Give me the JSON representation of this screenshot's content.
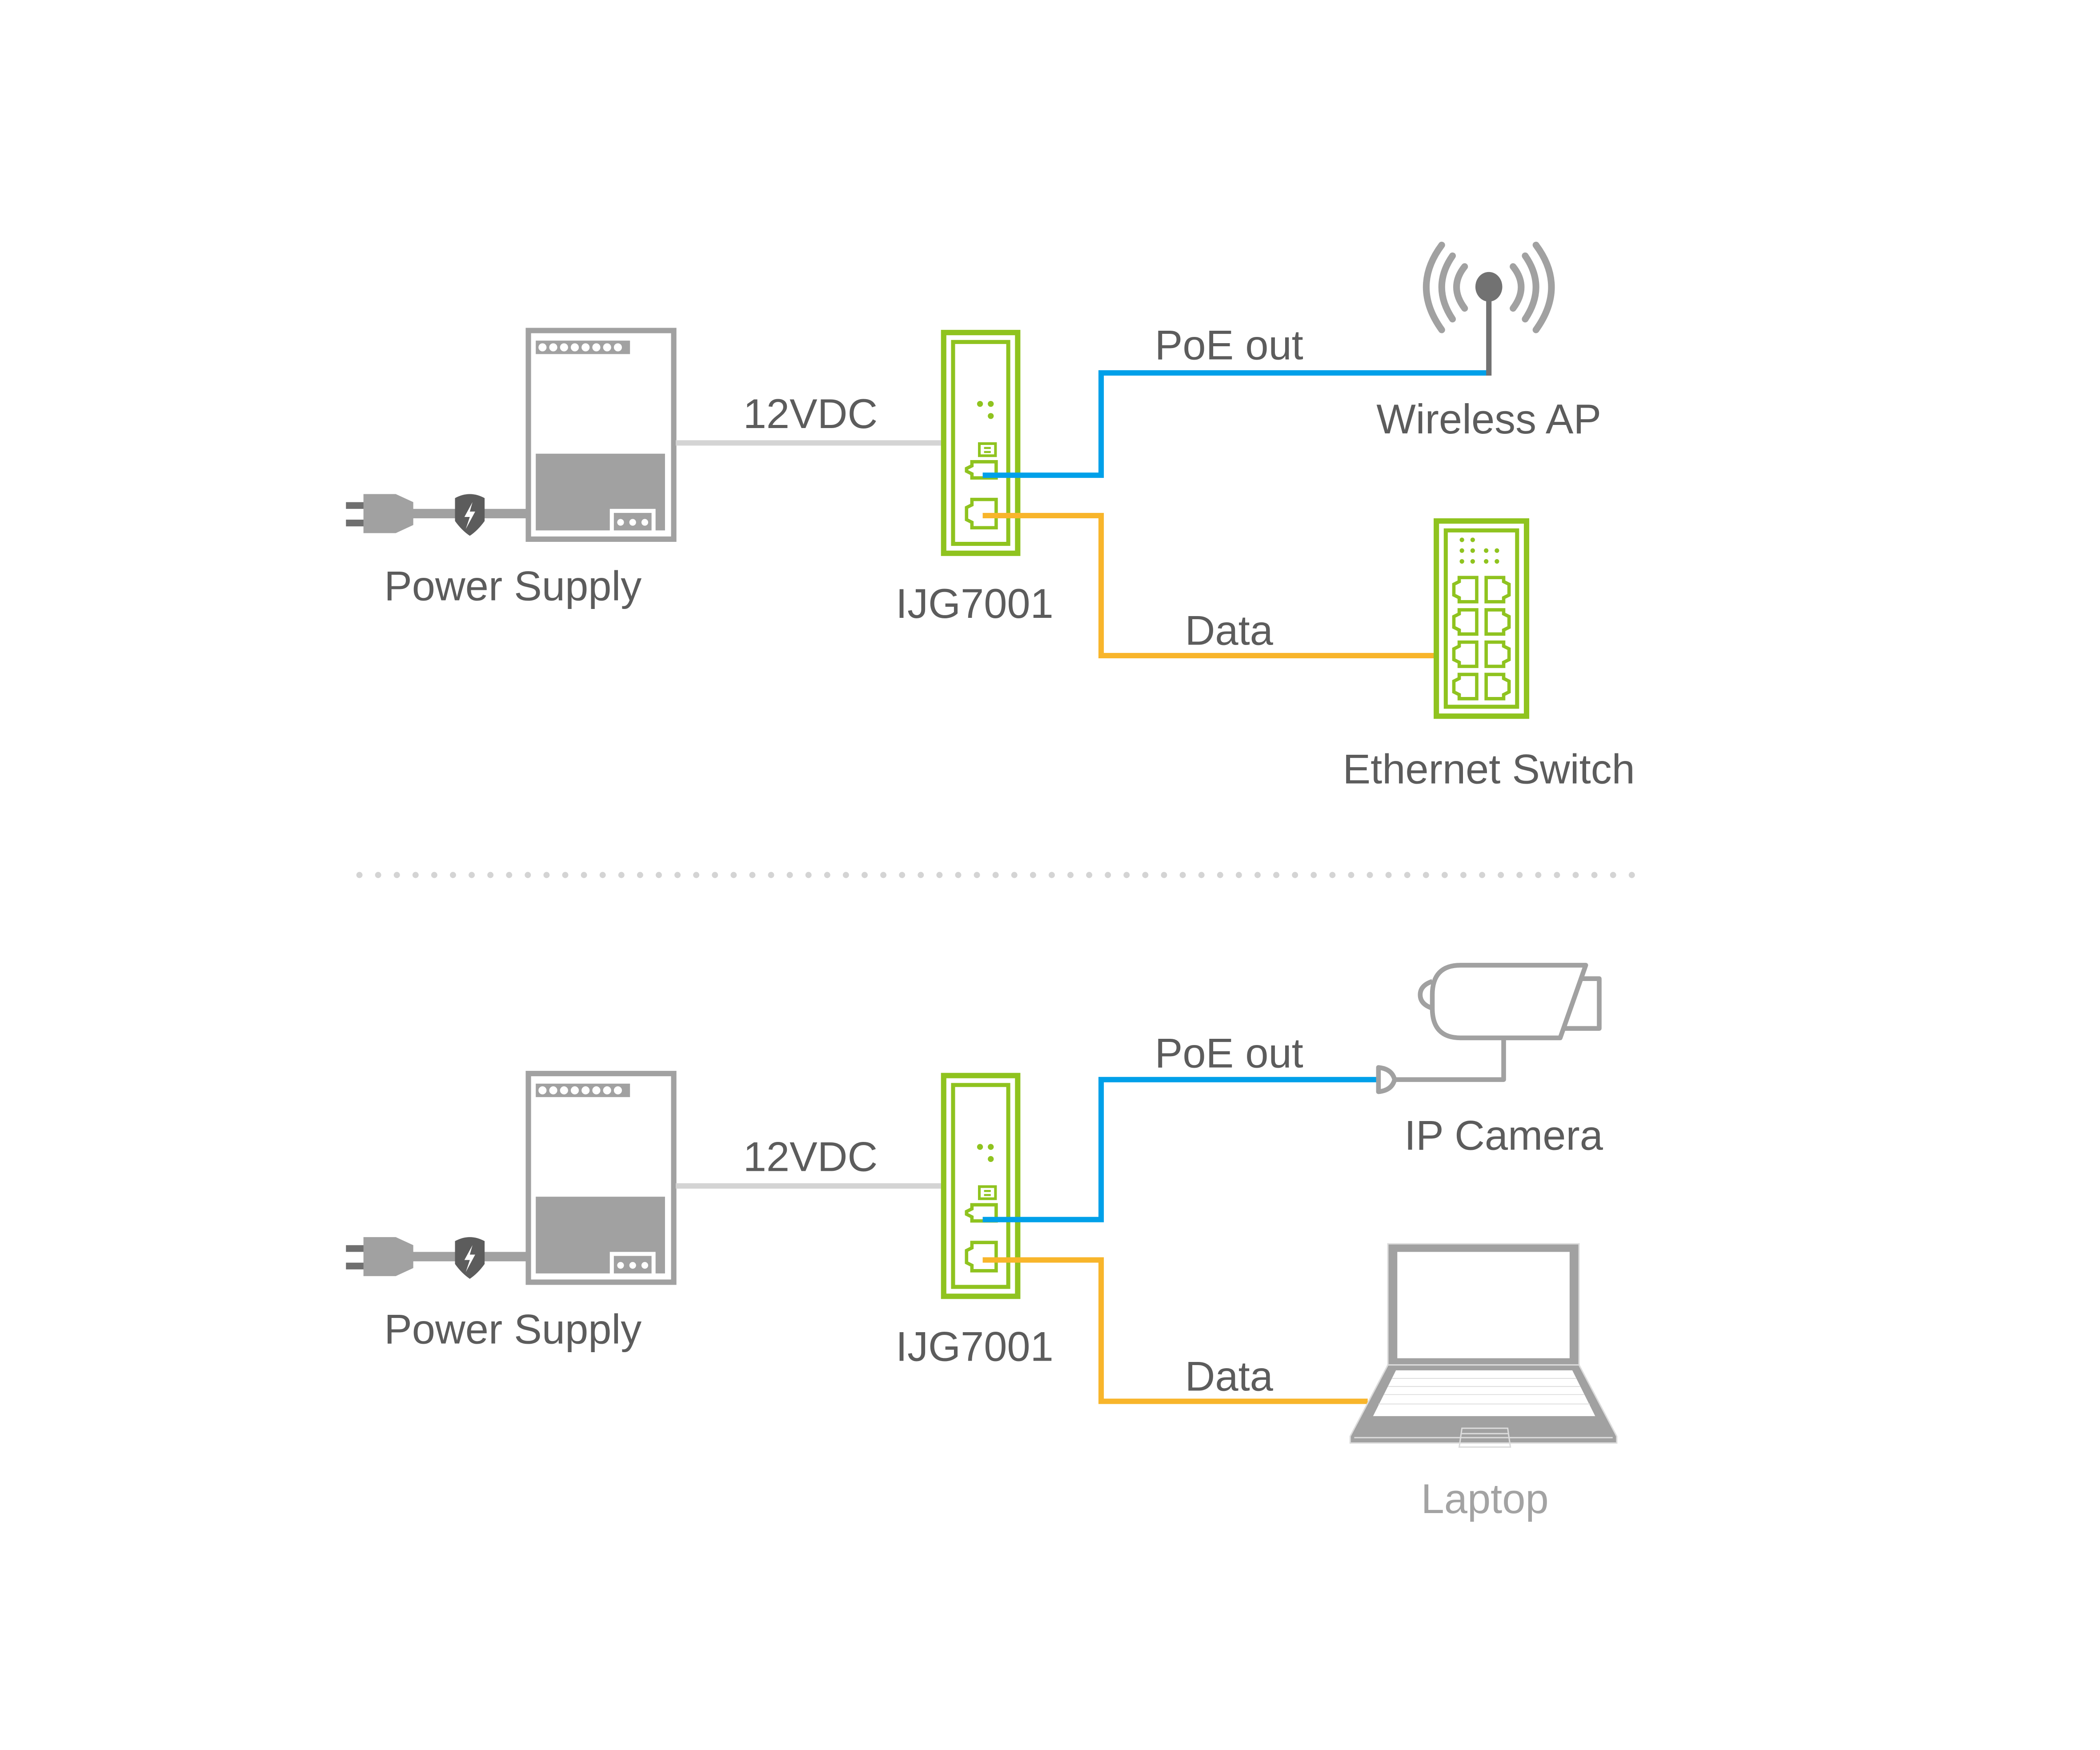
{
  "diagram": {
    "title": "IJG7001 connection diagrams",
    "colors": {
      "poe_line": "#00a0e9",
      "data_line": "#f8b52b",
      "power_line": "#d4d4d4",
      "device_green": "#8fc31f",
      "device_gray": "#a1a1a1",
      "text": "#5c5c5c",
      "separator": "#d4d4d4"
    },
    "scenarios": [
      {
        "power_supply_label": "Power Supply",
        "power_link_label": "12VDC",
        "gateway_label": "IJG7001",
        "poe_link_label": "PoE out",
        "poe_device_label": "Wireless AP",
        "data_link_label": "Data",
        "data_device_label": "Ethernet Switch"
      },
      {
        "power_supply_label": "Power Supply",
        "power_link_label": "12VDC",
        "gateway_label": "IJG7001",
        "poe_link_label": "PoE out",
        "poe_device_label": "IP Camera",
        "data_link_label": "Data",
        "data_device_label": "Laptop"
      }
    ]
  }
}
